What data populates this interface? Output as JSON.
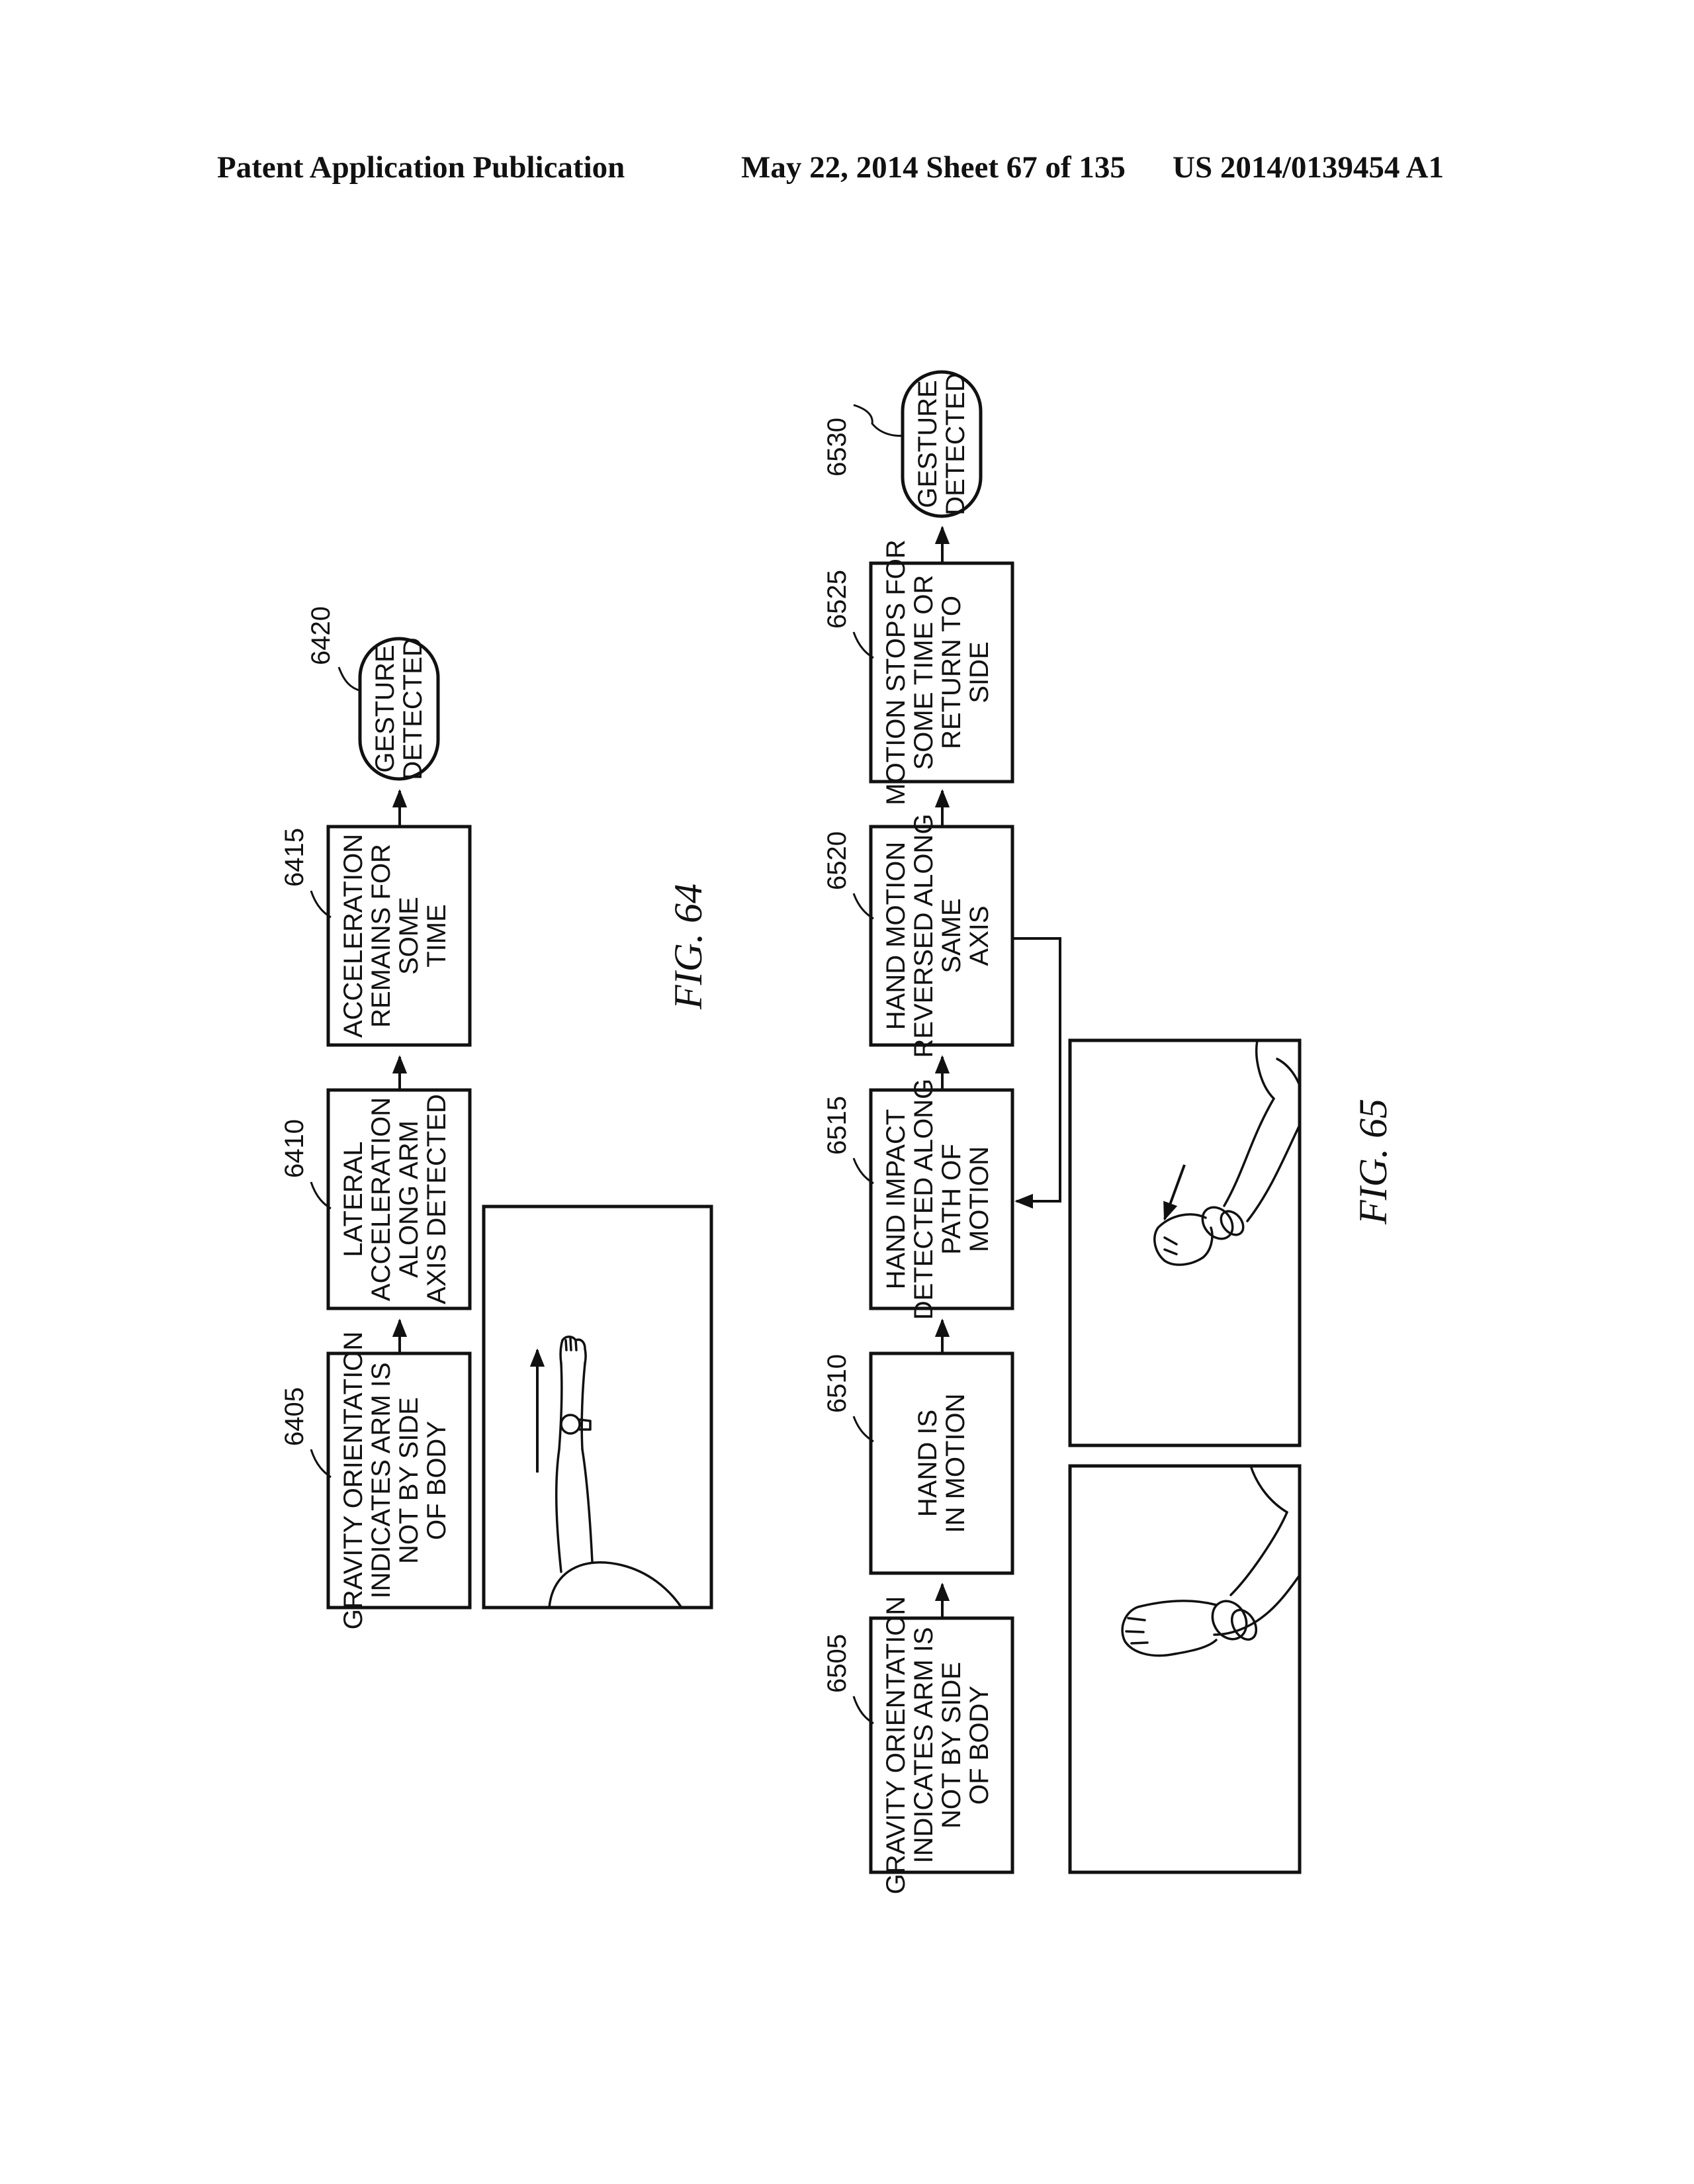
{
  "header": {
    "publication": "Patent Application Publication",
    "date_sheet": "May 22, 2014  Sheet 67 of 135",
    "number": "US 2014/0139454 A1"
  },
  "fig64": {
    "caption": "FIG.  64",
    "steps": [
      {
        "ref": "6405",
        "lines": [
          "GRAVITY ORIENTATION",
          "INDICATES ARM IS",
          "NOT BY SIDE",
          "OF BODY"
        ]
      },
      {
        "ref": "6410",
        "lines": [
          "LATERAL",
          "ACCELERATION",
          "ALONG ARM",
          "AXIS DETECTED"
        ]
      },
      {
        "ref": "6415",
        "lines": [
          "ACCELERATION",
          "REMAINS FOR",
          "SOME",
          "TIME"
        ]
      }
    ],
    "terminal": {
      "ref": "6420",
      "lines": [
        "GESTURE",
        "DETECTED"
      ]
    }
  },
  "fig65": {
    "caption": "FIG.  65",
    "steps": [
      {
        "ref": "6505",
        "lines": [
          "GRAVITY ORIENTATION",
          "INDICATES ARM IS",
          "NOT BY SIDE",
          "OF BODY"
        ]
      },
      {
        "ref": "6510",
        "lines": [
          "HAND IS",
          "IN MOTION"
        ]
      },
      {
        "ref": "6515",
        "lines": [
          "HAND IMPACT",
          "DETECTED ALONG",
          "PATH OF",
          "MOTION"
        ]
      },
      {
        "ref": "6520",
        "lines": [
          "HAND MOTION",
          "REVERSED ALONG",
          "SAME",
          "AXIS"
        ]
      },
      {
        "ref": "6525",
        "lines": [
          "MOTION STOPS FOR",
          "SOME TIME OR",
          "RETURN TO",
          "SIDE"
        ]
      }
    ],
    "terminal": {
      "ref": "6530",
      "lines": [
        "GESTURE",
        "DETECTED"
      ]
    }
  }
}
